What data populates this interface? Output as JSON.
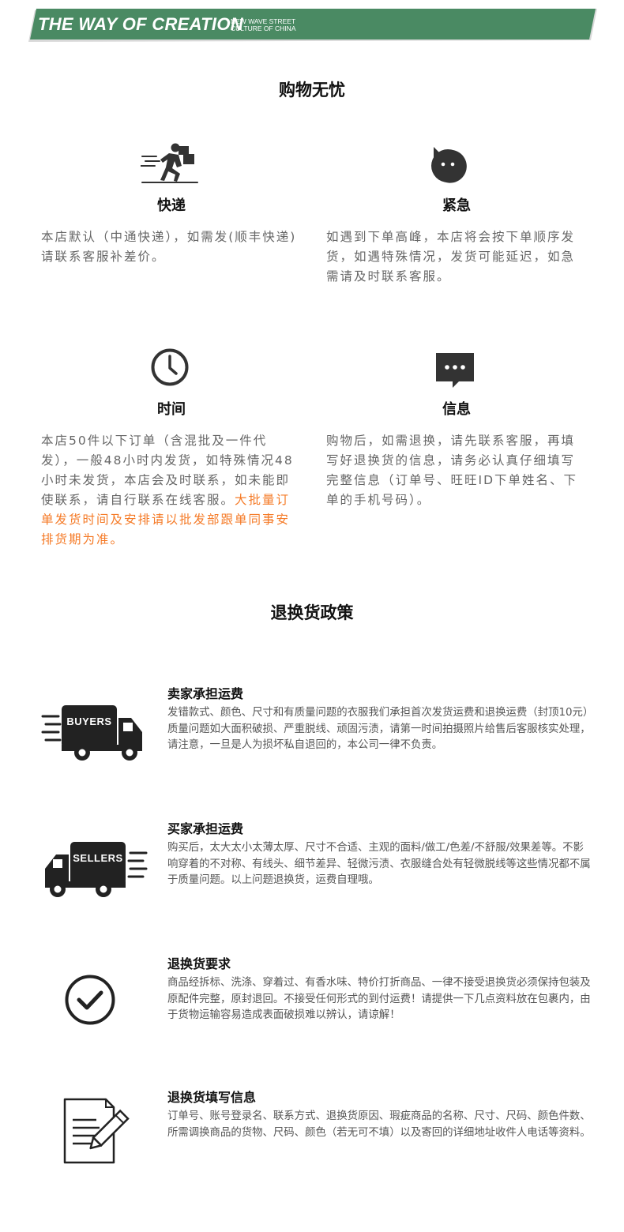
{
  "banner": {
    "title": "THE WAY OF CREATION",
    "subtitle_line1": "NEW WAVE STREET",
    "subtitle_line2": "CULTURE OF CHINA",
    "color": "#4a8a63"
  },
  "section1": {
    "title": "购物无忧"
  },
  "features": [
    {
      "icon": "courier-running-icon",
      "name": "快递",
      "desc": "本店默认（中通快递），如需发(顺丰快递)请联系客服补差价。"
    },
    {
      "icon": "speech-bubble-face-icon",
      "name": "紧急",
      "desc": "如遇到下单高峰，本店将会按下单顺序发货，如遇特殊情况，发货可能延迟，如急需请及时联系客服。"
    },
    {
      "icon": "clock-icon",
      "name": "时间",
      "desc": "本店50件以下订单（含混批及一件代发），一般48小时内发货，如特殊情况48小时未发货，本店会及时联系，如未能即使联系，请自行联系在线客服。",
      "highlight": "大批量订单发货时间及安排请以批发部跟单同事安排货期为准。"
    },
    {
      "icon": "chat-message-icon",
      "name": "信息",
      "desc": "购物后，如需退换，请先联系客服，再填写好退换货的信息，请务必认真仔细填写完整信息（订单号、旺旺ID下单姓名、下单的手机号码）。"
    }
  ],
  "section2": {
    "title": "退换货政策"
  },
  "policies": [
    {
      "icon": "buyers-truck-icon",
      "icon_label": "BUYERS",
      "title": "卖家承担运费",
      "desc": "发错款式、颜色、尺寸和有质量问题的衣服我们承担首次发货运费和退换运费（封顶10元）质量问题如大面积破损、严重脱线、顽固污渍，请第一时间拍摄照片给售后客服核实处理，请注意，一旦是人为损坏私自退回的，本公司一律不负责。"
    },
    {
      "icon": "sellers-truck-icon",
      "icon_label": "SELLERS",
      "title": "买家承担运费",
      "desc": "购买后，太大太小太薄太厚、尺寸不合适、主观的面料/做工/色差/不舒服/效果差等。不影响穿着的不对称、有线头、细节差异、轻微污渍、衣服缝合处有轻微脱线等这些情况都不属于质量问题。以上问题退换货，运费自理哦。"
    },
    {
      "icon": "check-circle-icon",
      "title": "退换货要求",
      "desc": "商品经拆标、洗涤、穿着过、有香水味、特价打折商品、一律不接受退换货必须保持包装及原配件完整，原封退回。不接受任何形式的到付运费！请提供一下几点资料放在包裹内，由于货物运输容易造成表面破损难以辨认，请谅解！"
    },
    {
      "icon": "document-pen-icon",
      "title": "退换货填写信息",
      "desc": "订单号、账号登录名、联系方式、退换货原因、瑕疵商品的名称、尺寸、尺码、颜色件数、所需调换商品的货物、尺码、颜色（若无可不填）以及寄回的详细地址收件人电话等资料。"
    }
  ]
}
